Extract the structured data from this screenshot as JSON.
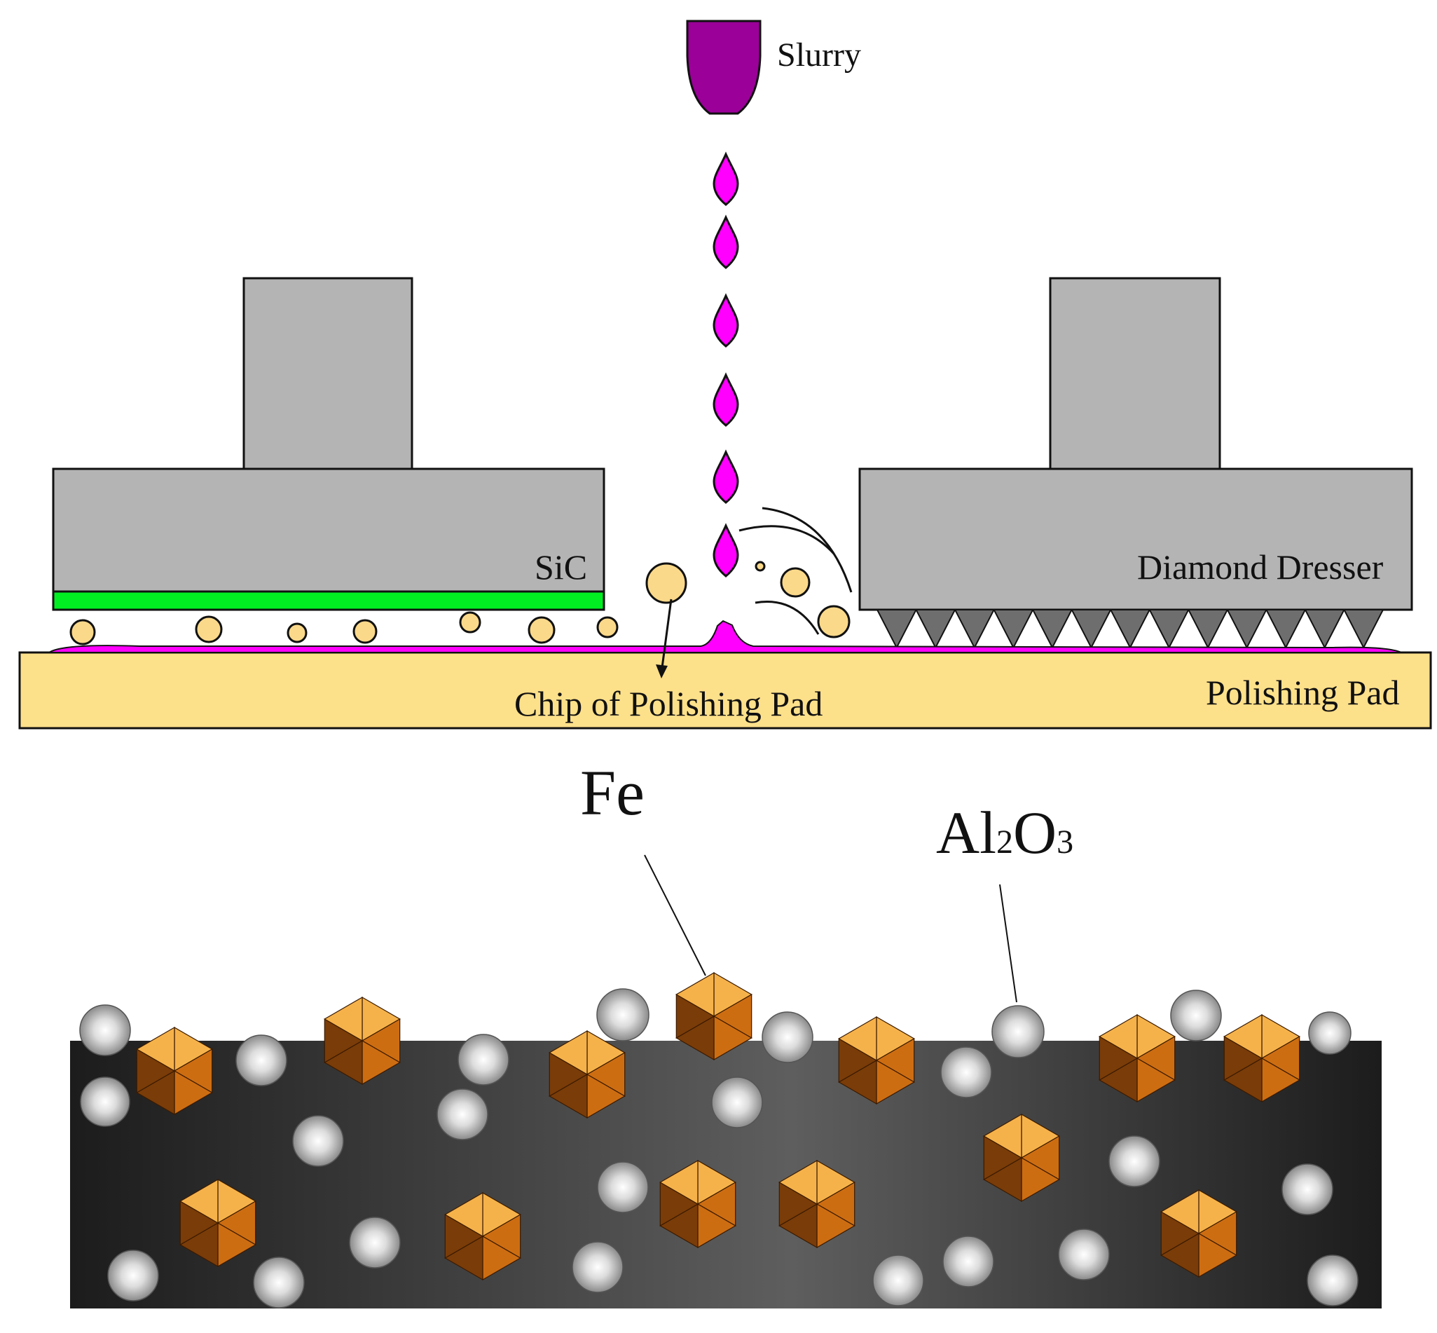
{
  "labels": {
    "slurry": "Slurry",
    "sic": "SiC",
    "diamond_dresser": "Diamond Dresser",
    "polishing_pad": "Polishing Pad",
    "chip": "Chip of Polishing Pad",
    "fe": "Fe",
    "al2o3_main": "Al",
    "al2o3_sub2": "2",
    "al2o3_o": "O",
    "al2o3_sub3": "3"
  },
  "colors": {
    "slurry_nozzle": "#9b0099",
    "slurry_drop": "#ff00ff",
    "holder_gray": "#b4b4b4",
    "wafer_green": "#00ee22",
    "pad_yellow": "#fde08a",
    "chip_yellow": "#fbd98a",
    "dresser_tooth": "#6e6e6e",
    "pad_matrix_dark": "#1c1c1c",
    "pad_matrix_light": "#6a6a6a",
    "fe_light": "#f6b24a",
    "fe_mid": "#cd6d12",
    "fe_dark": "#7a3c08",
    "al2o3_light": "#ffffff",
    "al2o3_dark": "#8c8c8c"
  },
  "icons": {
    "nozzle": "slurry-nozzle-icon",
    "drop": "slurry-drop-icon",
    "fe_particle": "fe-particle-icon",
    "al2o3_particle": "al2o3-particle-icon"
  }
}
